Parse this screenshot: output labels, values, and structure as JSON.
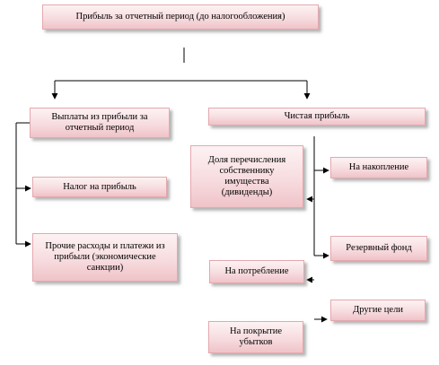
{
  "nodes": {
    "profit_period": "Прибыль за отчетный период (до налогообложения)",
    "payments_from_profit": "Выплаты из прибыли  за\nотчетный период",
    "net_profit": "Чистая прибыль",
    "profit_tax": "Налог на прибыль",
    "other_expenses": "Прочие расходы и платежи из\nприбыли (экономические\nсанкции)",
    "owner_share": "Доля перечисления\nсобственнику\nимущества\n(дивиденды)",
    "accumulation": "На накопление",
    "reserve_fund": "Резервный фонд",
    "consumption": "На потребление",
    "other_goals": "Другие цели",
    "cover_losses": "На покрытие\nубытков"
  },
  "colors": {
    "box_top": "#fdf2f3",
    "box_bottom": "#efc3c8",
    "box_border": "#e4a8ae",
    "line": "#000000"
  }
}
